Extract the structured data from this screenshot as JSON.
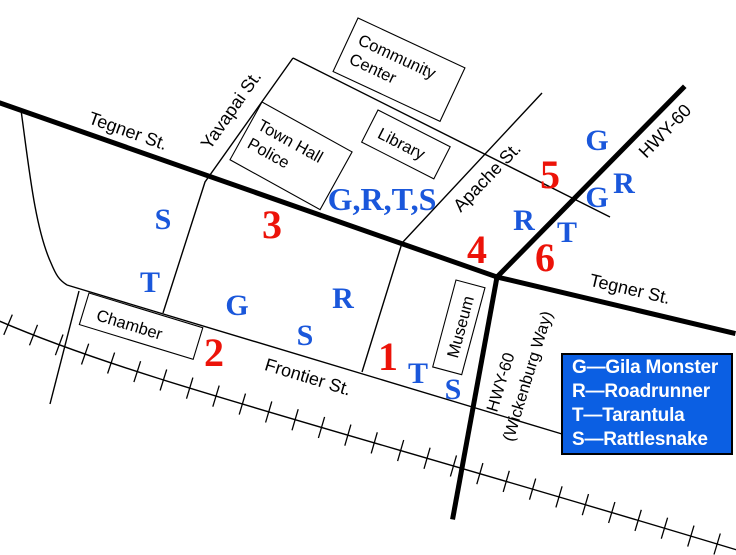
{
  "colors": {
    "marker_blue": "#1A57DB",
    "marker_red": "#EC1309",
    "legend_bg": "#0B5FE3",
    "legend_text": "#FFFFFF"
  },
  "streets": {
    "tegner_west": "Tegner St.",
    "tegner_east": "Tegner St.",
    "frontier": "Frontier St.",
    "yavapai": "Yavapai St.",
    "apache": "Apache St.",
    "hwy60_northeast": "HWY-60",
    "hwy60_south_line1": "HWY-60",
    "hwy60_south_line2": "(Wickenburg Way)"
  },
  "buildings": {
    "community_center_line1": "Community",
    "community_center_line2": "Center",
    "library": "Library",
    "town_hall_line1": "Town Hall",
    "town_hall_line2": "Police",
    "chamber": "Chamber",
    "museum": "Museum"
  },
  "markers": {
    "blue": [
      "S",
      "T",
      "G",
      "R",
      "S",
      "G,R,T,S",
      "T",
      "S",
      "R",
      "T",
      "G",
      "R",
      "G"
    ],
    "red": [
      "3",
      "2",
      "1",
      "4",
      "5",
      "6"
    ]
  },
  "legend": {
    "entries": [
      "G—Gila Monster",
      "R—Roadrunner",
      "T—Tarantula",
      "S—Rattlesnake"
    ]
  }
}
